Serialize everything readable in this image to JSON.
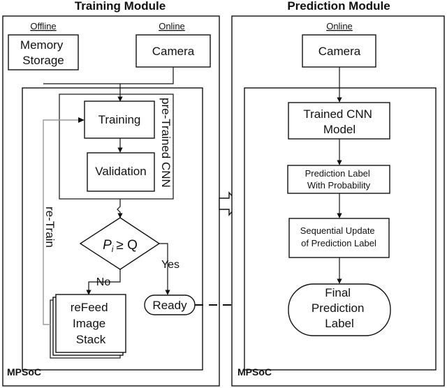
{
  "training_module": {
    "title": "Training Module",
    "offline_label": "Offline",
    "online_label": "Online",
    "memory_storage": [
      "Memory",
      "Storage"
    ],
    "camera": "Camera",
    "pretrained_cnn": "pre-Trained CNN",
    "training": "Training",
    "validation": "Validation",
    "retrain": "re-Train",
    "decision_p": "P",
    "decision_i": "i",
    "decision_rest": "≥ Q",
    "no": "No",
    "yes": "Yes",
    "refeed": [
      "reFeed",
      "Image",
      "Stack"
    ],
    "ready": "Ready",
    "mpsoc": "MPSoC"
  },
  "prediction_module": {
    "title": "Prediction Module",
    "online_label": "Online",
    "camera": "Camera",
    "trained_cnn": [
      "Trained CNN",
      "Model"
    ],
    "prediction_label": [
      "Prediction Label",
      "With Probability"
    ],
    "sequential_update": [
      "Sequential Update",
      "of Prediction Label"
    ],
    "final": [
      "Final",
      "Prediction",
      "Label"
    ],
    "mpsoc": "MPSoC"
  }
}
